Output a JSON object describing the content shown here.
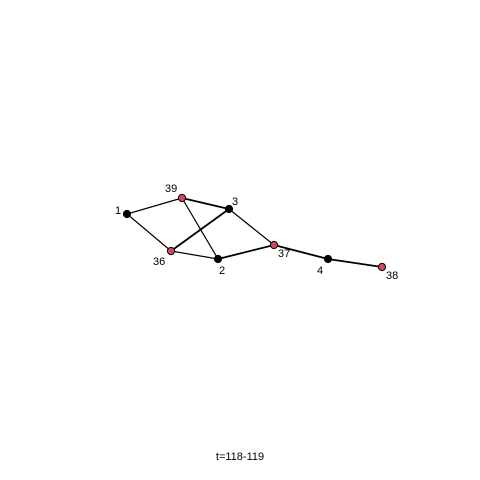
{
  "network": {
    "nodes": [
      {
        "id": "1",
        "label": "1",
        "group": "black"
      },
      {
        "id": "39",
        "label": "39",
        "group": "red"
      },
      {
        "id": "3",
        "label": "3",
        "group": "black"
      },
      {
        "id": "36",
        "label": "36",
        "group": "red"
      },
      {
        "id": "2",
        "label": "2",
        "group": "black"
      },
      {
        "id": "37",
        "label": "37",
        "group": "red"
      },
      {
        "id": "4",
        "label": "4",
        "group": "black"
      },
      {
        "id": "38",
        "label": "38",
        "group": "red"
      }
    ],
    "edges": [
      {
        "source": "1",
        "target": "39",
        "weight": 1
      },
      {
        "source": "1",
        "target": "36",
        "weight": 1
      },
      {
        "source": "39",
        "target": "3",
        "weight": 2
      },
      {
        "source": "39",
        "target": "2",
        "weight": 1
      },
      {
        "source": "36",
        "target": "3",
        "weight": 2
      },
      {
        "source": "36",
        "target": "2",
        "weight": 1
      },
      {
        "source": "3",
        "target": "37",
        "weight": 1
      },
      {
        "source": "2",
        "target": "37",
        "weight": 2
      },
      {
        "source": "37",
        "target": "4",
        "weight": 2
      },
      {
        "source": "4",
        "target": "38",
        "weight": 2
      }
    ],
    "colors": {
      "black": "#000000",
      "red": "#d2475e"
    }
  },
  "time_label": "t=118-119"
}
